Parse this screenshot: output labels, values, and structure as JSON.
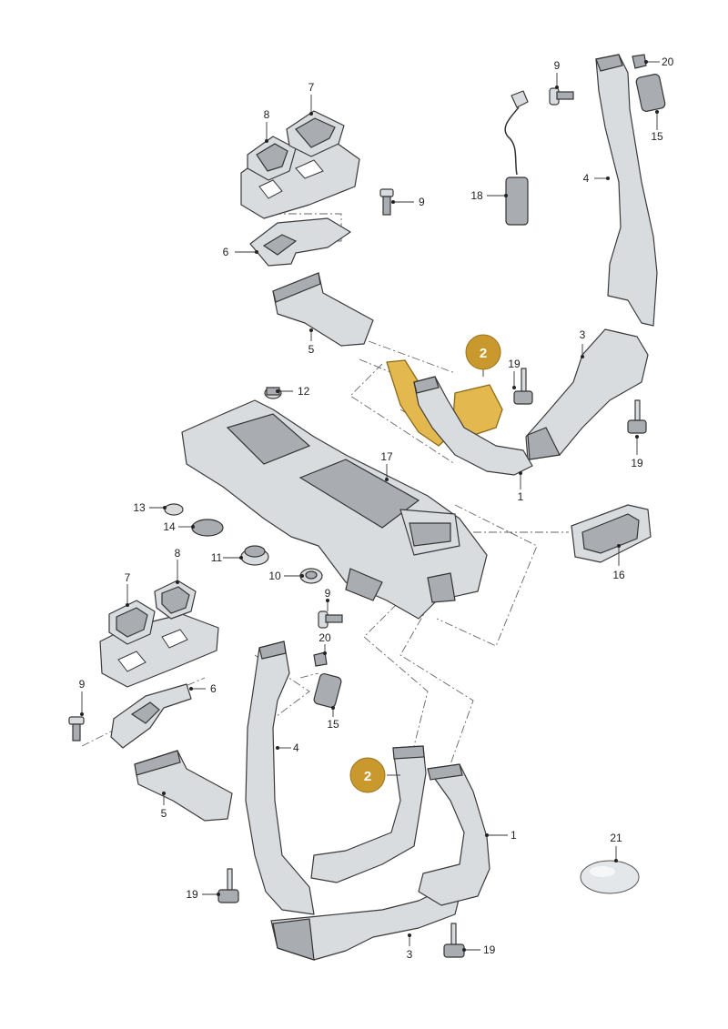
{
  "highlight_color": "#c9992e",
  "labels": {
    "p1a": "1",
    "p1b": "1",
    "p2a": "2",
    "p2b": "2",
    "p3a": "3",
    "p3b": "3",
    "p4a": "4",
    "p4b": "4",
    "p5a": "5",
    "p5b": "5",
    "p6a": "6",
    "p6b": "6",
    "p7a": "7",
    "p7b": "7",
    "p8a": "8",
    "p8b": "8",
    "p9a": "9",
    "p9b": "9",
    "p9c": "9",
    "p9d": "9",
    "p10": "10",
    "p11": "11",
    "p12": "12",
    "p13": "13",
    "p14": "14",
    "p15a": "15",
    "p15b": "15",
    "p16": "16",
    "p17": "17",
    "p18": "18",
    "p19a": "19",
    "p19b": "19",
    "p19c": "19",
    "p19d": "19",
    "p20a": "20",
    "p20b": "20",
    "p21": "21"
  }
}
